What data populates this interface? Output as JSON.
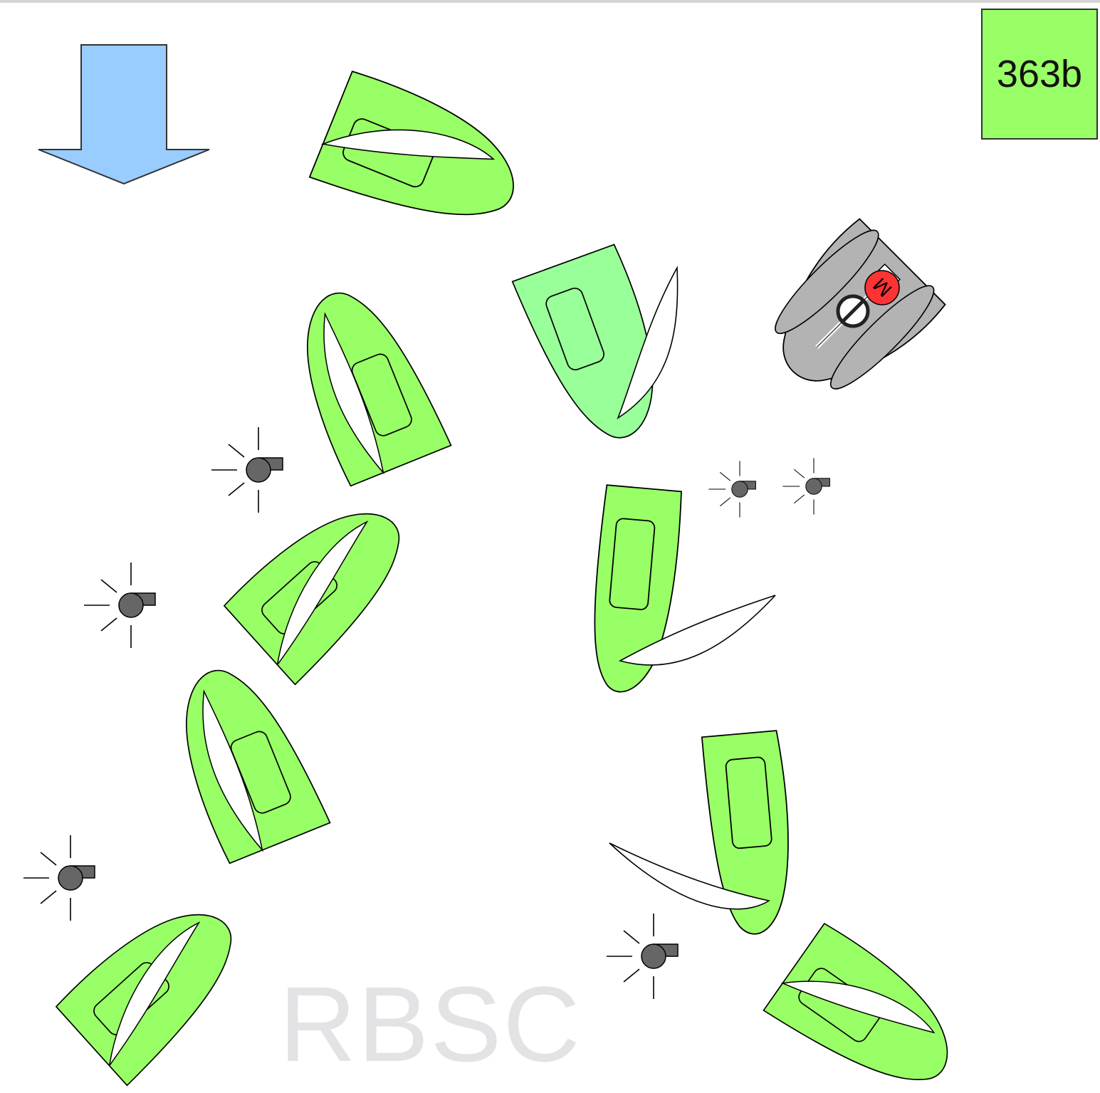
{
  "diagram_id": "363b",
  "watermark": "RBSC",
  "colors": {
    "wind_arrow": "#99ccff",
    "boat_fill": "#99ff66",
    "boat_highlight": "#99ff99",
    "committee_boat": "#b3b3b3",
    "sail": "#ffffff",
    "whistle": "#666666",
    "flag_m": "#ff3333",
    "id_box": "#99ff66"
  },
  "icons": {
    "wind": "wind-direction-arrow-icon",
    "sound": "whistle-sound-icon",
    "flag": "code-flag-m-icon",
    "no_entry": "no-entry-sign-icon"
  },
  "committee_boat": {
    "flag_letter": "M"
  }
}
